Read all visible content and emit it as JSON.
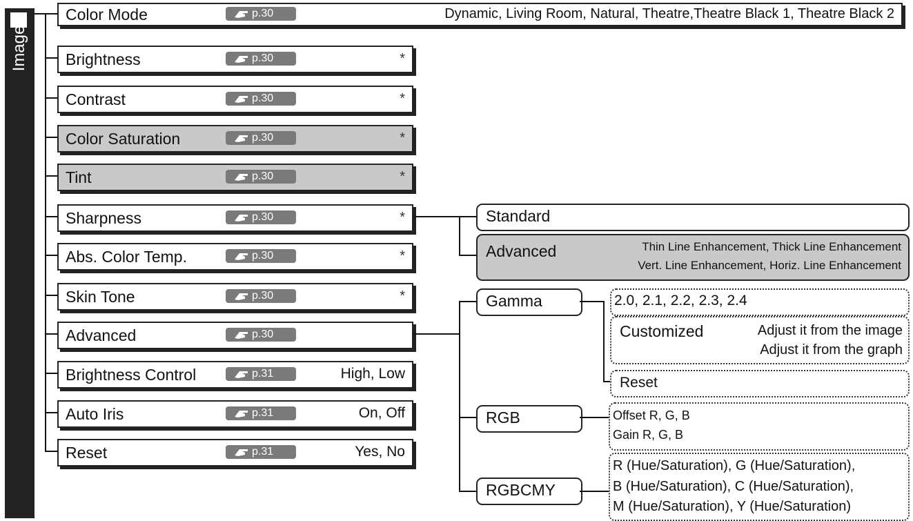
{
  "side_tab": {
    "label": "Image"
  },
  "ref_icon": "pointing-hand-icon",
  "colors": {
    "tab": "#222222",
    "shaded": "#c9c9c9",
    "ref_badge": "#7a7a7a"
  },
  "menu": {
    "color_mode": {
      "label": "Color Mode",
      "page": "p.30",
      "value": "Dynamic, Living Room, Natural, Theatre,Theatre Black 1, Theatre Black 2"
    },
    "brightness": {
      "label": "Brightness",
      "page": "p.30",
      "value": "*"
    },
    "contrast": {
      "label": "Contrast",
      "page": "p.30",
      "value": "*"
    },
    "color_saturation": {
      "label": "Color Saturation",
      "page": "p.30",
      "value": "*"
    },
    "tint": {
      "label": "Tint",
      "page": "p.30",
      "value": "*"
    },
    "sharpness": {
      "label": "Sharpness",
      "page": "p.30",
      "value": "*"
    },
    "abs_color_temp": {
      "label": "Abs. Color Temp.",
      "page": "p.30",
      "value": "*"
    },
    "skin_tone": {
      "label": "Skin Tone",
      "page": "p.30",
      "value": "*"
    },
    "advanced": {
      "label": "Advanced",
      "page": "p.30"
    },
    "brightness_control": {
      "label": "Brightness Control",
      "page": "p.31",
      "value": "High, Low"
    },
    "auto_iris": {
      "label": "Auto Iris",
      "page": "p.31",
      "value": "On, Off"
    },
    "reset": {
      "label": "Reset",
      "page": "p.31",
      "value": "Yes, No"
    }
  },
  "sharpness_sub": {
    "standard": {
      "label": "Standard"
    },
    "advanced": {
      "label": "Advanced",
      "line1": "Thin Line Enhancement, Thick Line Enhancement",
      "line2": "Vert. Line Enhancement, Horiz. Line Enhancement"
    }
  },
  "advanced_sub": {
    "gamma": {
      "label": "Gamma",
      "values": "2.0, 2.1, 2.2, 2.3, 2.4",
      "customized": {
        "label": "Customized",
        "line1": "Adjust it from the image",
        "line2": "Adjust it from the graph"
      },
      "reset": "Reset"
    },
    "rgb": {
      "label": "RGB",
      "line1": "Offset R, G, B",
      "line2": "Gain R, G, B"
    },
    "rgbcmy": {
      "label": "RGBCMY",
      "line1": "R (Hue/Saturation), G (Hue/Saturation),",
      "line2": "B (Hue/Saturation), C (Hue/Saturation),",
      "line3": "M (Hue/Saturation), Y (Hue/Saturation)"
    }
  }
}
